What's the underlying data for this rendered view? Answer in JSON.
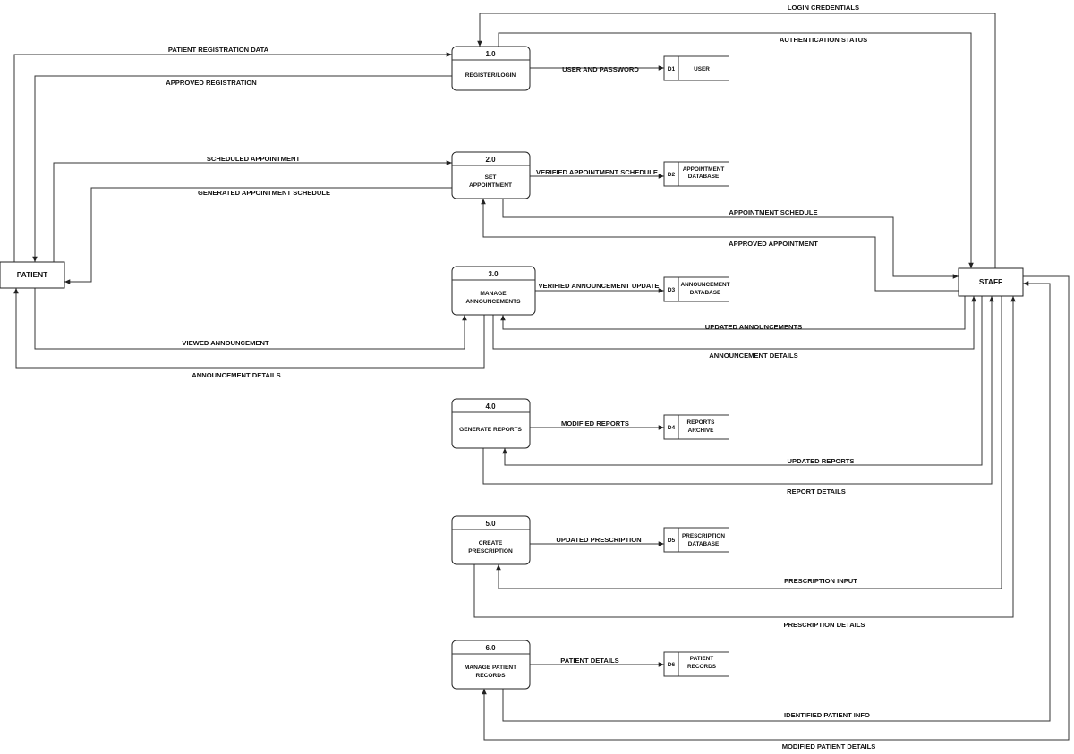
{
  "entities": {
    "patient": "PATIENT",
    "staff": "STAFF"
  },
  "processes": [
    {
      "num": "1.0",
      "name": [
        "REGISTER/LOGIN"
      ]
    },
    {
      "num": "2.0",
      "name": [
        "SET",
        "APPOINTMENT"
      ]
    },
    {
      "num": "3.0",
      "name": [
        "MANAGE",
        "ANNOUNCEMENTS"
      ]
    },
    {
      "num": "4.0",
      "name": [
        "GENERATE REPORTS"
      ]
    },
    {
      "num": "5.0",
      "name": [
        "CREATE",
        "PRESCRIPTION"
      ]
    },
    {
      "num": "6.0",
      "name": [
        "MANAGE PATIENT",
        "RECORDS"
      ]
    }
  ],
  "stores": [
    {
      "id": "D1",
      "name": [
        "USER"
      ]
    },
    {
      "id": "D2",
      "name": [
        "APPOINTMENT",
        "DATABASE"
      ]
    },
    {
      "id": "D3",
      "name": [
        "ANNOUNCEMENT",
        "DATABASE"
      ]
    },
    {
      "id": "D4",
      "name": [
        "REPORTS",
        "ARCHIVE"
      ]
    },
    {
      "id": "D5",
      "name": [
        "PRESCRIPTION",
        "DATABASE"
      ]
    },
    {
      "id": "D6",
      "name": [
        "PATIENT",
        "RECORDS"
      ]
    }
  ],
  "flows": {
    "login_credentials": "LOGIN CREDENTIALS",
    "authentication_status": "AUTHENTICATION STATUS",
    "patient_registration_data": "PATIENT REGISTRATION DATA",
    "approved_registration": "APPROVED REGISTRATION",
    "user_and_password": "USER AND PASSWORD",
    "scheduled_appointment": "SCHEDULED APPOINTMENT",
    "generated_appointment_schedule": "GENERATED APPOINTMENT SCHEDULE",
    "verified_appointment_schedule": "VERIFIED APPOINTMENT SCHEDULE",
    "appointment_schedule": "APPOINTMENT SCHEDULE",
    "approved_appointment": "APPROVED APPOINTMENT",
    "verified_announcement_update": "VERIFIED ANNOUNCEMENT UPDATE",
    "updated_announcements": "UPDATED ANNOUNCEMENTS",
    "announcement_details_staff": "ANNOUNCEMENT DETAILS",
    "viewed_announcement": "VIEWED ANNOUNCEMENT",
    "announcement_details_patient": "ANNOUNCEMENT DETAILS",
    "modified_reports": "MODIFIED REPORTS",
    "updated_reports": "UPDATED REPORTS",
    "report_details": "REPORT DETAILS",
    "updated_prescription": "UPDATED PRESCRIPTION",
    "prescription_input": "PRESCRIPTION INPUT",
    "prescription_details": "PRESCRIPTION DETAILS",
    "patient_details": "PATIENT DETAILS",
    "identified_patient_info": "IDENTIFIED PATIENT INFO",
    "modified_patient_details": "MODIFIED PATIENT DETAILS"
  }
}
